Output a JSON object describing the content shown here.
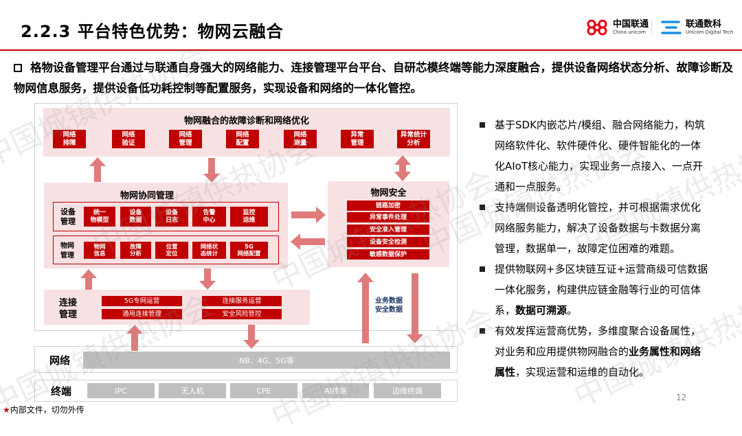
{
  "header": {
    "title": "2.2.3 平台特色优势：物网云融合",
    "logo_unicom_cn": "中国联通",
    "logo_unicom_en": "China unicom",
    "logo_digital_cn": "联通数科",
    "logo_digital_en": "Unicom Digital Tech"
  },
  "lead": "格物设备管理平台通过与联通自身强大的网络能力、连接管理平台平台、自研芯模终端等能力深度融合，提供设备网络状态分析、故障诊断及物网信息服务，提供设备低功耗控制等配置服务，实现设备和网络的一体化管控。",
  "diagram": {
    "top": {
      "title": "物网融合的故障诊断和网络优化",
      "items": [
        "网络\n排障",
        "网络\n验证",
        "网络\n管理",
        "网络\n配置",
        "网络\n测量",
        "异常\n管理",
        "异常统计\n分析"
      ]
    },
    "collab": {
      "title": "物网协同管理",
      "device_label": "设备\n管理",
      "device_items": [
        "统一\n物模型",
        "设备\n数据",
        "设备\n日志",
        "告警\n中心",
        "监控\n运维"
      ],
      "iot_label": "物网\n管理",
      "iot_items": [
        "物网\n信息",
        "故障\n分析",
        "位置\n定位",
        "网络状\n态统计",
        "5G\n网络配置"
      ]
    },
    "security": {
      "title": "物网安全",
      "items": [
        "链路加密",
        "异常事件处理",
        "安全准入管理",
        "设备安全检测",
        "敏感数据保护"
      ]
    },
    "connect": {
      "label": "连接\n管理",
      "items": [
        "5G专网运营",
        "通用连接管理",
        "连接服务运营",
        "安全风险管控"
      ]
    },
    "flow_label": "业务数据\n安全数据",
    "network": {
      "label": "网络",
      "bar": "NB、4G、5G等"
    },
    "terminal": {
      "label": "终端",
      "items": [
        "IPC",
        "无人机",
        "CPE",
        "AI终端",
        "边缘终端"
      ]
    }
  },
  "right_points": [
    [
      {
        "t": "基于SDK内嵌芯片/模组、融合网络能力，构筑网络软件化、软件硬件化、硬件智能化的一体化AIoT核心能力，实现业务一点接入、一点开通和一点服务。"
      }
    ],
    [
      {
        "t": "支持端侧设备透明化管控，并可根据需求优化网络服务能力，解决了设备数据与卡数据分离管理，数据单一，故障定位困难的难题。"
      }
    ],
    [
      {
        "t": "提供物联网+多区块链互证+运营商级可信数据一体化服务，构建供应链金融等行业的可信体系，"
      },
      {
        "t": "数据可溯源",
        "b": true
      },
      {
        "t": "。"
      }
    ],
    [
      {
        "t": "有效发挥运营商优势，多维度聚合设备属性，对业务和应用提供物网融合的"
      },
      {
        "t": "业务属性和网络属性",
        "b": true
      },
      {
        "t": "，实现运营和运维的自动化。"
      }
    ]
  ],
  "watermark": "中国城镇供热协会",
  "footer": {
    "star": "★",
    "note": "内部文件，切勿外传",
    "page": "12"
  },
  "colors": {
    "red": "#c00000",
    "pink": "#f8e1e3",
    "arrow": "#e07b7b",
    "gray": "#bfbfbf"
  }
}
